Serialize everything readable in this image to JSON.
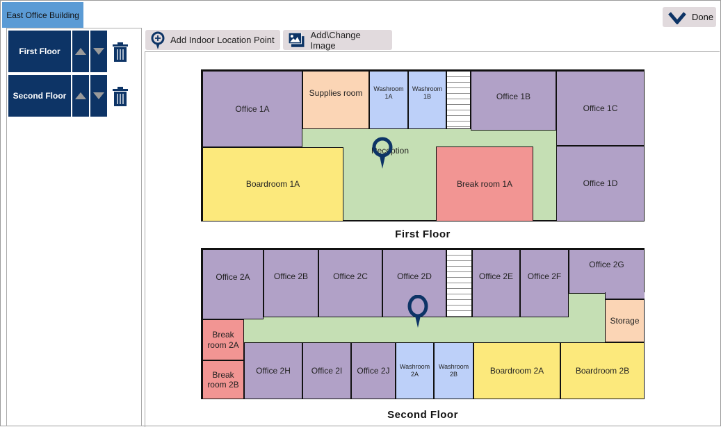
{
  "tab": {
    "title": "East Office Building"
  },
  "done_label": "Done",
  "floors": [
    {
      "name": "First Floor"
    },
    {
      "name": "Second Floor"
    }
  ],
  "toolbar": {
    "add_point": "Add Indoor Location Point",
    "add_image": "Add\\Change Image"
  },
  "first_floor": {
    "title": "First Floor",
    "rooms": [
      "Office 1A",
      "Supplies room",
      "Washroom 1A",
      "Washroom 1B",
      "Office 1B",
      "Office 1C",
      "Boardroom 1A",
      "Break room 1A",
      "Office 1D",
      "Reception"
    ]
  },
  "second_floor": {
    "title": "Second Floor",
    "rooms": [
      "Office 2A",
      "Office 2B",
      "Office 2C",
      "Office 2D",
      "Office 2E",
      "Office 2F",
      "Office 2G",
      "Storage",
      "Break room 2A",
      "Break room 2B",
      "Office 2H",
      "Office 2I",
      "Office 2J",
      "Washroom 2A",
      "Washroom 2B",
      "Boardroom 2A",
      "Boardroom 2B"
    ]
  },
  "colors": {
    "accent": "#0d3466",
    "tab": "#5b9bd5",
    "office": "#b1a1c7",
    "corridor": "#c5dfb4"
  }
}
